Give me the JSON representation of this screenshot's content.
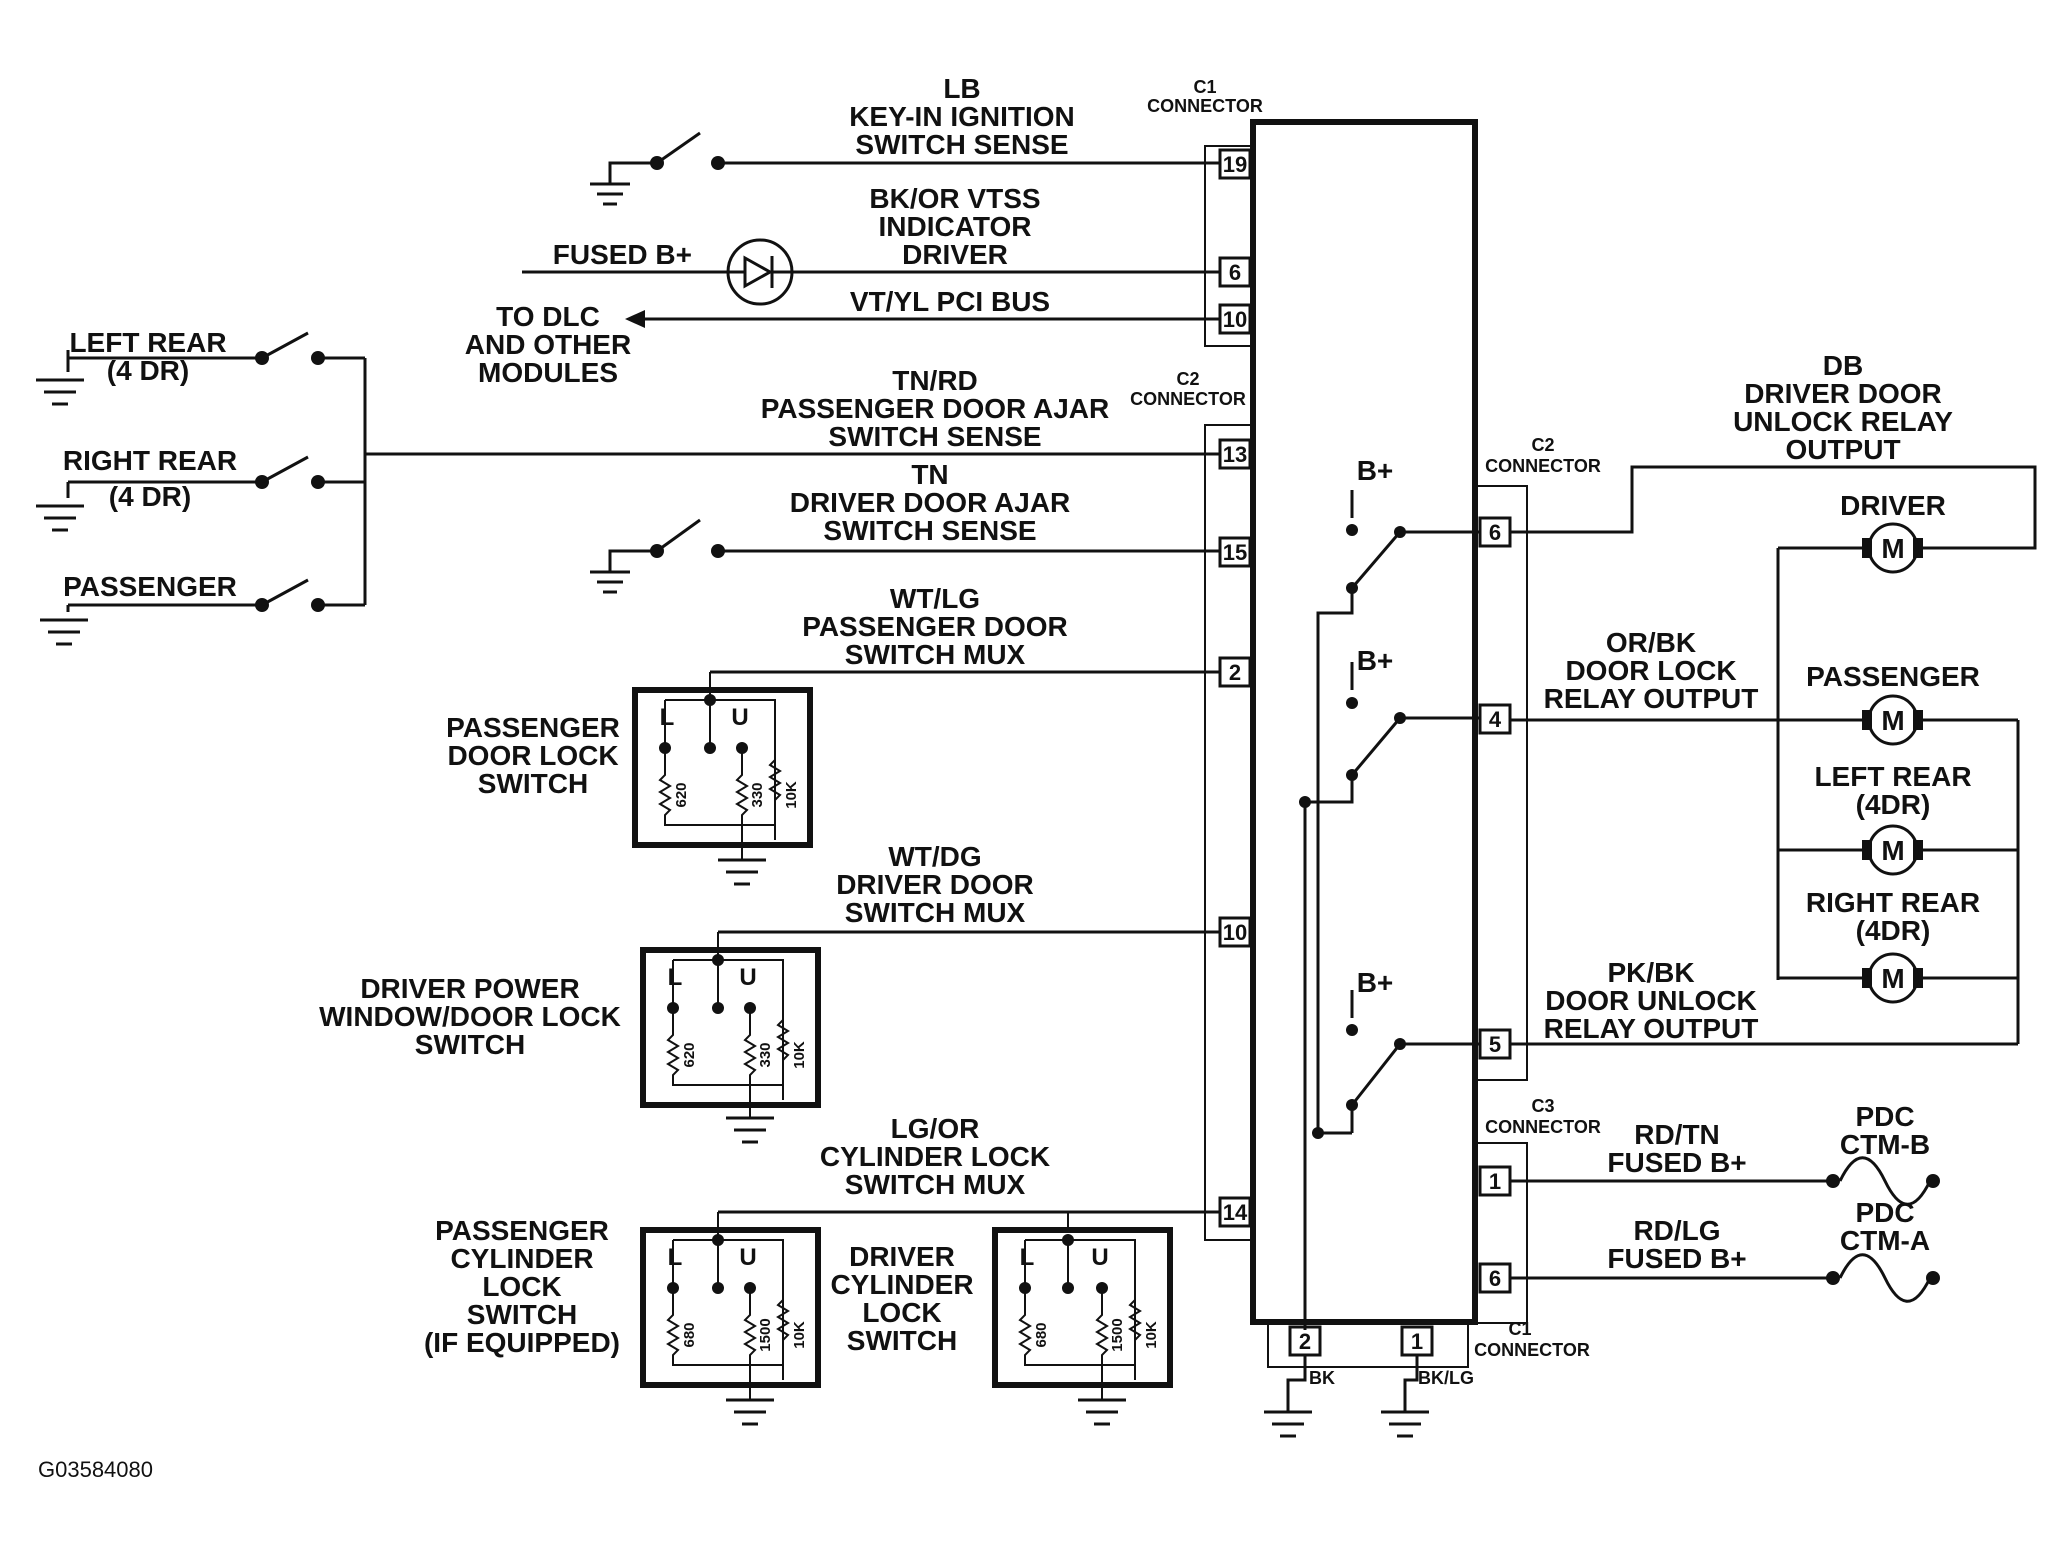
{
  "c1_connector": [
    "C1",
    "CONNECTOR"
  ],
  "c2_connector": [
    "C2",
    "CONNECTOR"
  ],
  "c3_connector": [
    "C3",
    "CONNECTOR"
  ],
  "key_in": [
    "LB",
    "KEY-IN IGNITION",
    "SWITCH SENSE"
  ],
  "vtss": [
    "BK/OR VTSS",
    "INDICATOR",
    "DRIVER"
  ],
  "fused_b": "FUSED B+",
  "pci": "VT/YL PCI BUS",
  "dlc": [
    "TO DLC",
    "AND OTHER",
    "MODULES"
  ],
  "left_rear_sw": [
    "LEFT REAR",
    "(4 DR)"
  ],
  "right_rear_sw": [
    "RIGHT REAR",
    "(4 DR)"
  ],
  "passenger_sw": "PASSENGER",
  "pass_ajar": [
    "TN/RD",
    "PASSENGER DOOR AJAR",
    "SWITCH SENSE"
  ],
  "drv_ajar": [
    "TN",
    "DRIVER DOOR AJAR",
    "SWITCH SENSE"
  ],
  "pass_mux": [
    "WT/LG",
    "PASSENGER DOOR",
    "SWITCH MUX"
  ],
  "drv_mux": [
    "WT/DG",
    "DRIVER DOOR",
    "SWITCH MUX"
  ],
  "cyl_mux": [
    "LG/OR",
    "CYLINDER LOCK",
    "SWITCH MUX"
  ],
  "pass_lock_switch": [
    "PASSENGER",
    "DOOR LOCK",
    "SWITCH"
  ],
  "drv_window_switch": [
    "DRIVER POWER",
    "WINDOW/DOOR LOCK",
    "SWITCH"
  ],
  "pass_cyl_switch": [
    "PASSENGER",
    "CYLINDER",
    "LOCK",
    "SWITCH",
    "(IF EQUIPPED)"
  ],
  "drv_cyl_switch": [
    "DRIVER",
    "CYLINDER",
    "LOCK",
    "SWITCH"
  ],
  "lu": {
    "l": "L",
    "u": "U"
  },
  "res_a": [
    "620",
    "330",
    "10K"
  ],
  "res_b": [
    "680",
    "1500",
    "10K"
  ],
  "b_plus": "B+",
  "db_unlock": [
    "DB",
    "DRIVER DOOR",
    "UNLOCK RELAY",
    "OUTPUT"
  ],
  "lock_relay": [
    "OR/BK",
    "DOOR LOCK",
    "RELAY OUTPUT"
  ],
  "unlock_relay": [
    "PK/BK",
    "DOOR UNLOCK",
    "RELAY OUTPUT"
  ],
  "motor_driver": "DRIVER",
  "motor_passenger": "PASSENGER",
  "motor_left_rear": [
    "LEFT REAR",
    "(4DR)"
  ],
  "motor_right_rear": [
    "RIGHT REAR",
    "(4DR)"
  ],
  "motor_symbol": "M",
  "rd_tn": [
    "RD/TN",
    "FUSED B+"
  ],
  "rd_lg": [
    "RD/LG",
    "FUSED B+"
  ],
  "pdc_b": [
    "PDC",
    "CTM-B"
  ],
  "pdc_a": [
    "PDC",
    "CTM-A"
  ],
  "ground_bk": "BK",
  "ground_bklg": "BK/LG",
  "pins": {
    "c1_19": "19",
    "c1_6": "6",
    "c1_10": "10",
    "c2_13": "13",
    "c2_15": "15",
    "c2_2": "2",
    "c2_10": "10",
    "c2_14": "14",
    "c2r_6": "6",
    "c2r_4": "4",
    "c2r_5": "5",
    "c3_1": "1",
    "c3_6": "6",
    "c1b_2": "2",
    "c1b_1": "1"
  },
  "figure_code": "G03584080"
}
